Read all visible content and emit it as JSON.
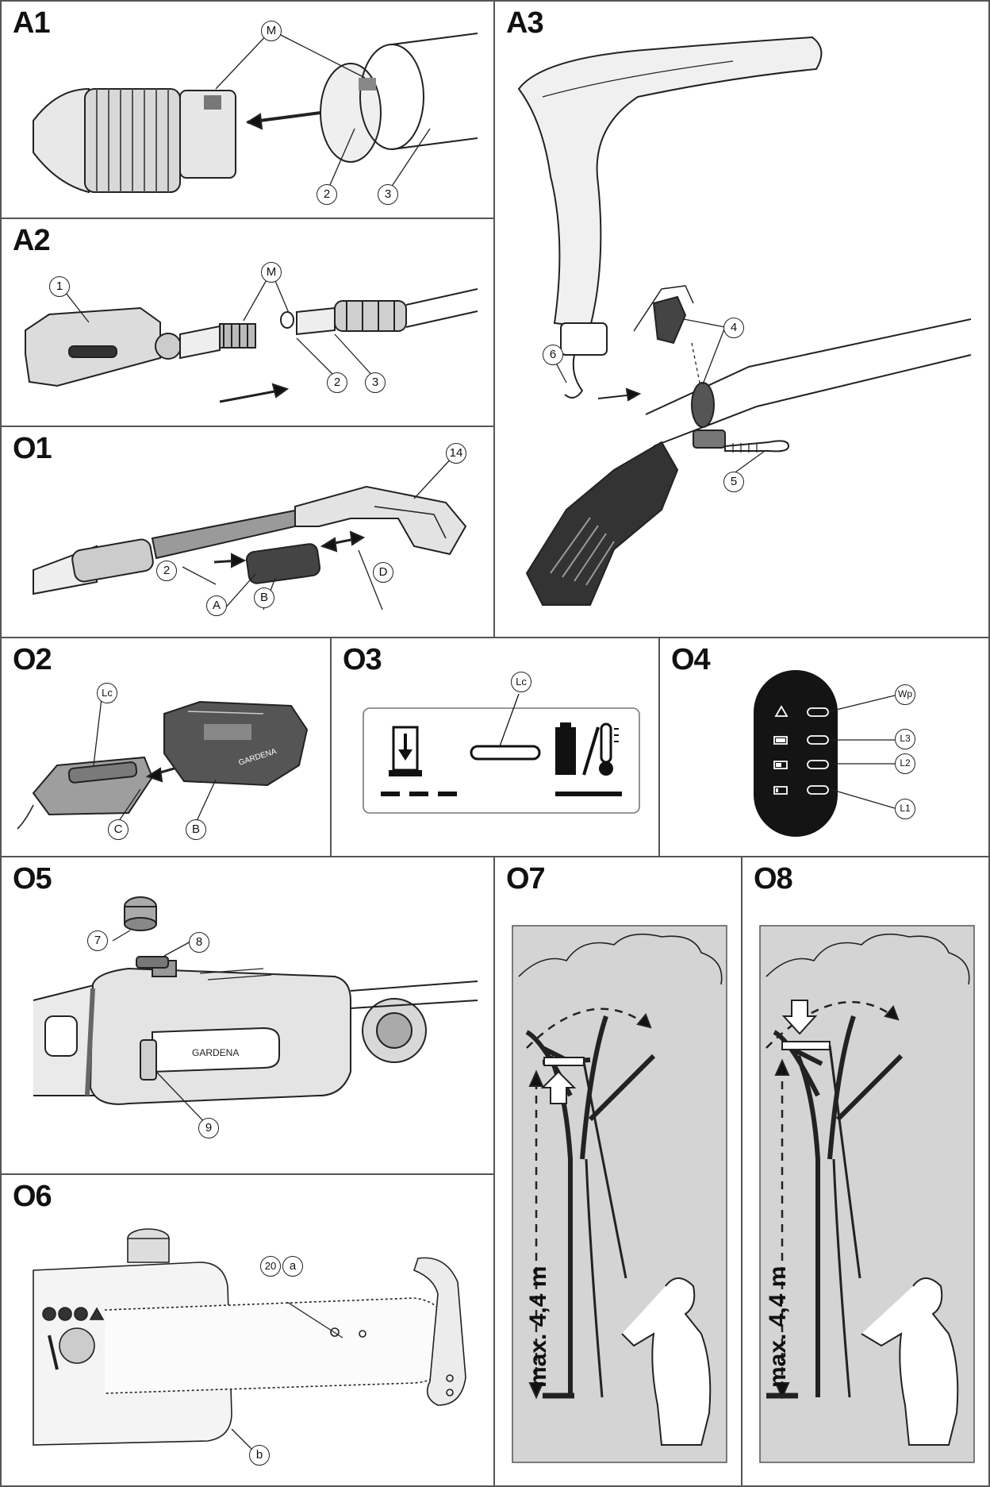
{
  "panels": {
    "A1": {
      "title": "A1",
      "callouts": [
        "M",
        "2",
        "3"
      ]
    },
    "A2": {
      "title": "A2",
      "callouts": [
        "1",
        "M",
        "2",
        "3"
      ]
    },
    "A3": {
      "title": "A3",
      "callouts": [
        "4",
        "6",
        "5"
      ]
    },
    "O1": {
      "title": "O1",
      "callouts": [
        "14",
        "2",
        "A",
        "B",
        "D"
      ]
    },
    "O2": {
      "title": "O2",
      "callouts": [
        "Lc",
        "C",
        "B"
      ]
    },
    "O3": {
      "title": "O3",
      "callouts": [
        "Lc"
      ]
    },
    "O4": {
      "title": "O4",
      "callouts": [
        "Wp",
        "L3",
        "L2",
        "L1"
      ]
    },
    "O5": {
      "title": "O5",
      "callouts": [
        "7",
        "8",
        "9"
      ],
      "brand": "GARDENA"
    },
    "O6": {
      "title": "O6",
      "callouts": [
        "20",
        "a",
        "b"
      ]
    },
    "O7": {
      "title": "O7",
      "height_label": "max. 4,4 m"
    },
    "O8": {
      "title": "O8",
      "height_label": "max. 4,4 m"
    }
  },
  "colors": {
    "border": "#555555",
    "ink": "#111111",
    "tree_bg": "#d4d4d4",
    "led_panel": "#141414"
  }
}
